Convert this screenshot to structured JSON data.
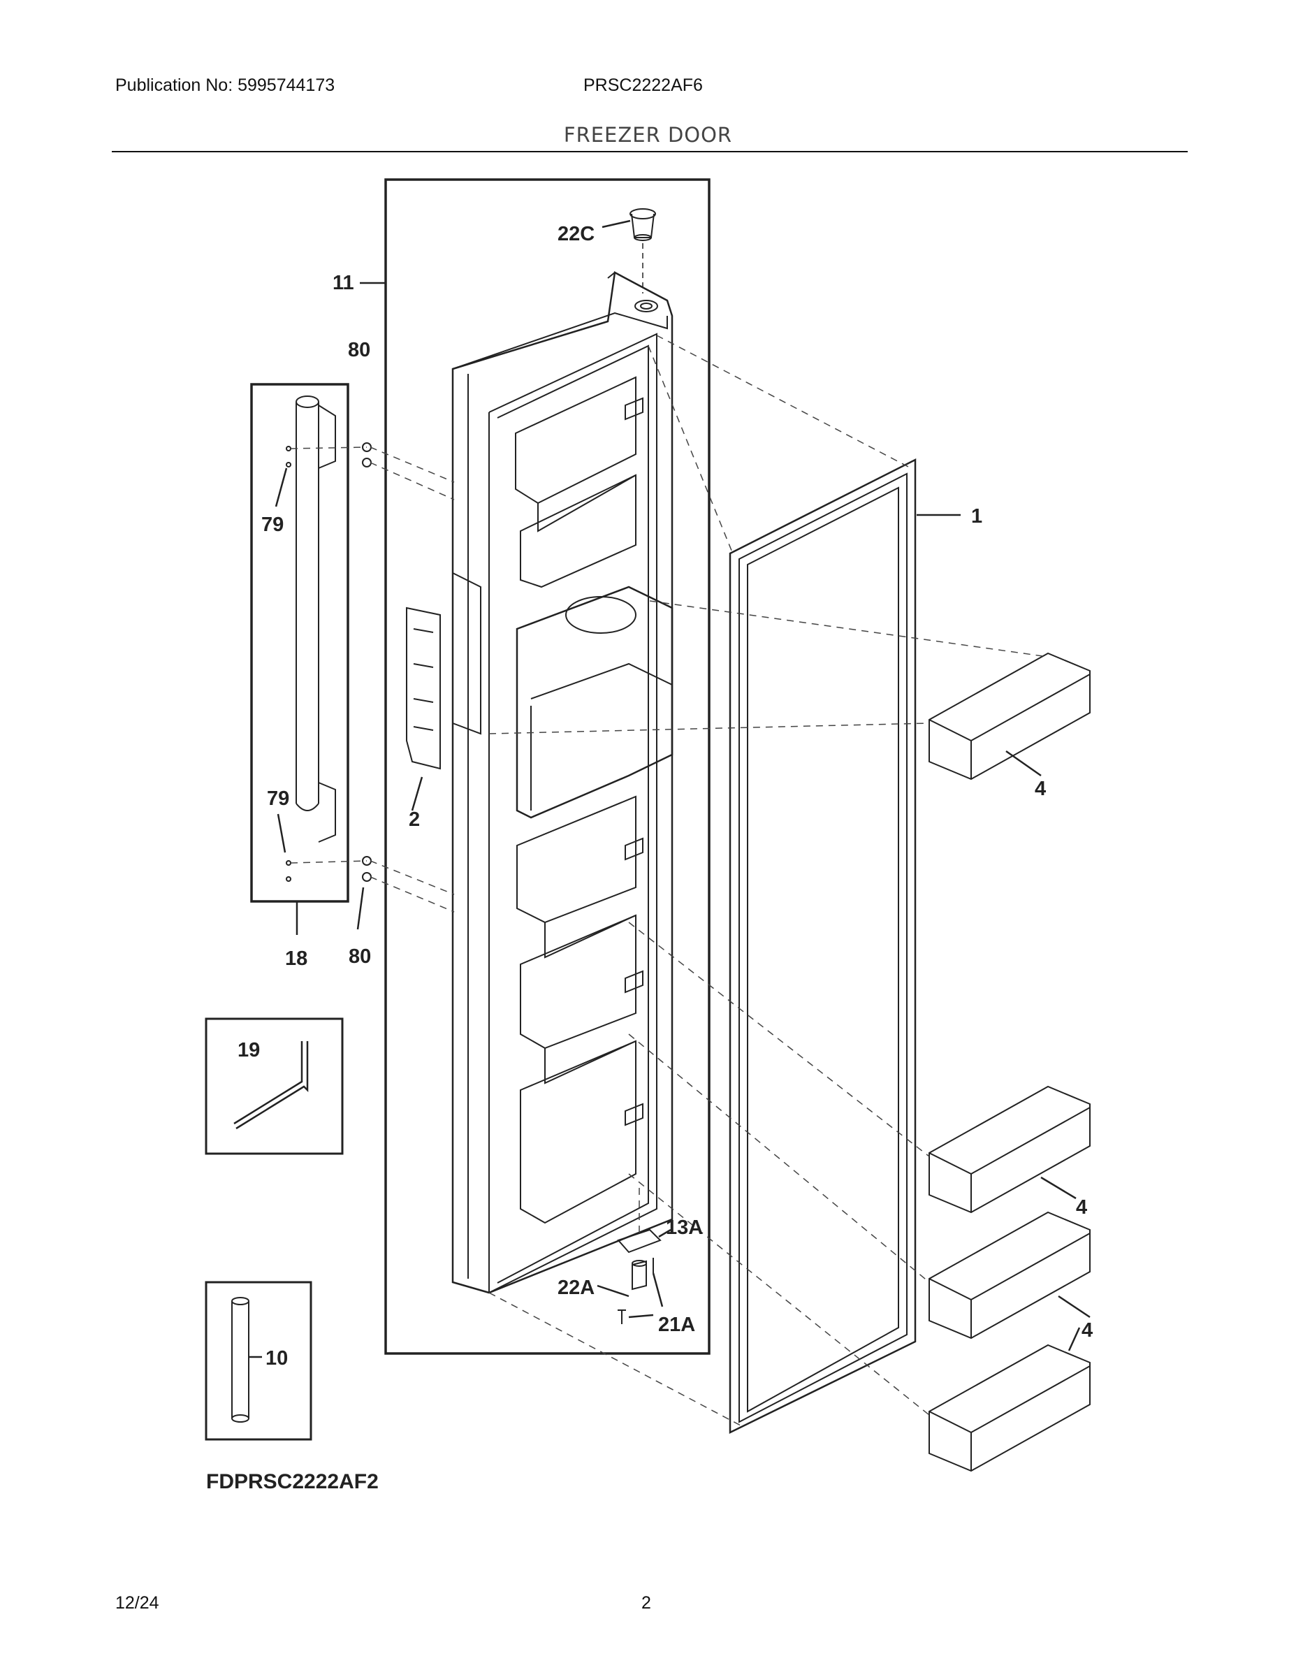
{
  "header": {
    "publication": "Publication No: 5995744173",
    "model": "PRSC2222AF6",
    "section_title": "FREEZER DOOR"
  },
  "callouts": {
    "door": "11",
    "cap": "22C",
    "screw_top": "80",
    "screw_bottom": "80",
    "handle_plug_top": "79",
    "handle_plug_bottom": "79",
    "handle_kit": "18",
    "control_panel": "2",
    "gasket": "1",
    "bin_1": "4",
    "bin_2": "4",
    "bin_3": "4",
    "allen_wrench": "19",
    "tube": "10",
    "hinge_bracket": "13A",
    "hinge_pin": "22A",
    "hinge_screw": "21A"
  },
  "kit_code": "FDPRSC2222AF2",
  "footer": {
    "date": "12/24",
    "page": "2"
  }
}
